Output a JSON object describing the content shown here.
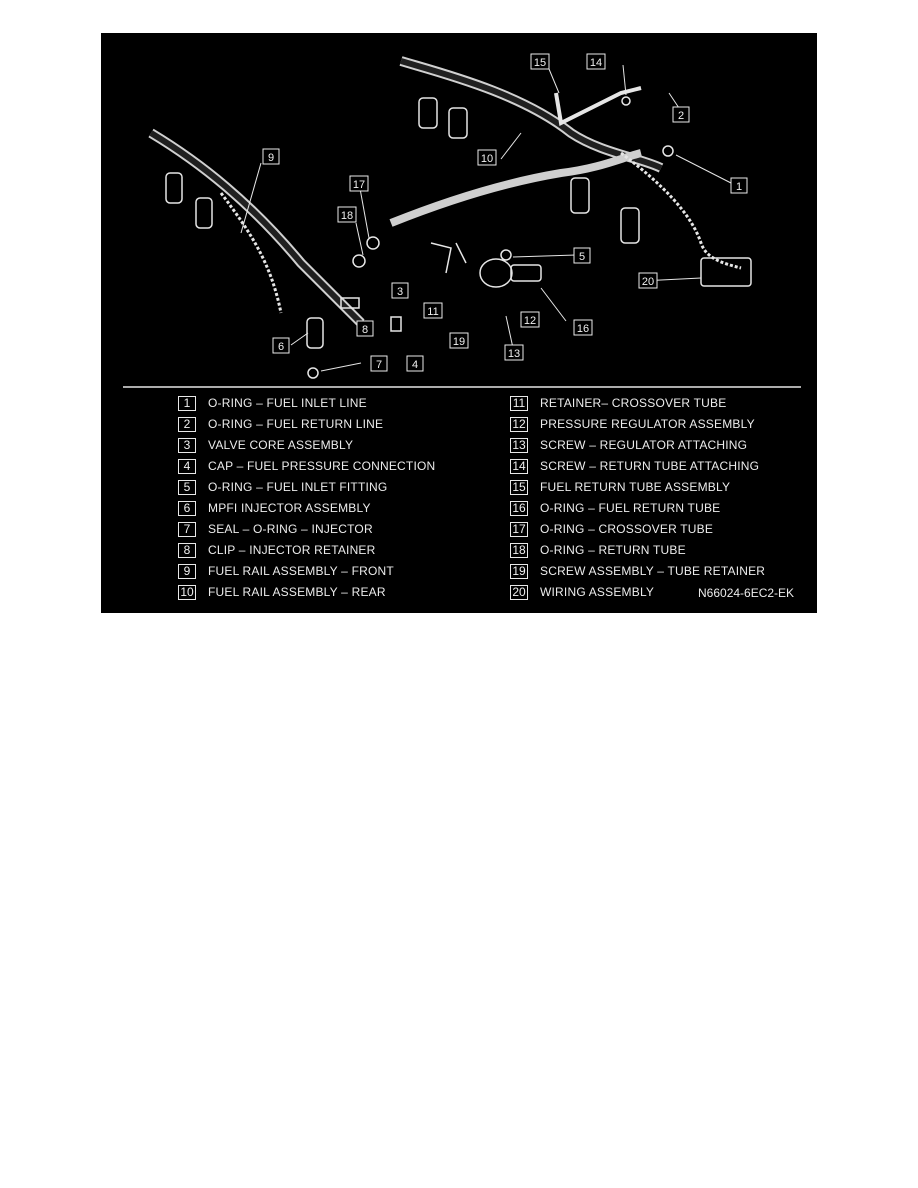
{
  "colors": {
    "background": "#000000",
    "line": "#e6e6e6",
    "page": "#ffffff"
  },
  "legend": [
    {
      "num": "1",
      "label": "O-RING – FUEL INLET LINE"
    },
    {
      "num": "2",
      "label": "O-RING – FUEL RETURN LINE"
    },
    {
      "num": "3",
      "label": "VALVE CORE ASSEMBLY"
    },
    {
      "num": "4",
      "label": "CAP – FUEL PRESSURE CONNECTION"
    },
    {
      "num": "5",
      "label": "O-RING – FUEL INLET FITTING"
    },
    {
      "num": "6",
      "label": "MPFI INJECTOR ASSEMBLY"
    },
    {
      "num": "7",
      "label": "SEAL – O-RING – INJECTOR"
    },
    {
      "num": "8",
      "label": "CLIP – INJECTOR RETAINER"
    },
    {
      "num": "9",
      "label": "FUEL RAIL ASSEMBLY – FRONT"
    },
    {
      "num": "10",
      "label": "FUEL RAIL ASSEMBLY – REAR"
    },
    {
      "num": "11",
      "label": "RETAINER– CROSSOVER TUBE"
    },
    {
      "num": "12",
      "label": "PRESSURE REGULATOR ASSEMBLY"
    },
    {
      "num": "13",
      "label": "SCREW – REGULATOR ATTACHING"
    },
    {
      "num": "14",
      "label": "SCREW – RETURN TUBE ATTACHING"
    },
    {
      "num": "15",
      "label": "FUEL RETURN TUBE ASSEMBLY"
    },
    {
      "num": "16",
      "label": "O-RING – FUEL RETURN TUBE"
    },
    {
      "num": "17",
      "label": "O-RING – CROSSOVER TUBE"
    },
    {
      "num": "18",
      "label": "O-RING – RETURN TUBE"
    },
    {
      "num": "19",
      "label": "SCREW ASSEMBLY – TUBE RETAINER"
    },
    {
      "num": "20",
      "label": "WIRING ASSEMBLY"
    }
  ],
  "callouts": [
    "1",
    "2",
    "3",
    "4",
    "5",
    "6",
    "7",
    "8",
    "9",
    "10",
    "11",
    "12",
    "13",
    "14",
    "15",
    "16",
    "17",
    "18",
    "19",
    "20"
  ],
  "reference_code": "N66024-6EC2-EK"
}
